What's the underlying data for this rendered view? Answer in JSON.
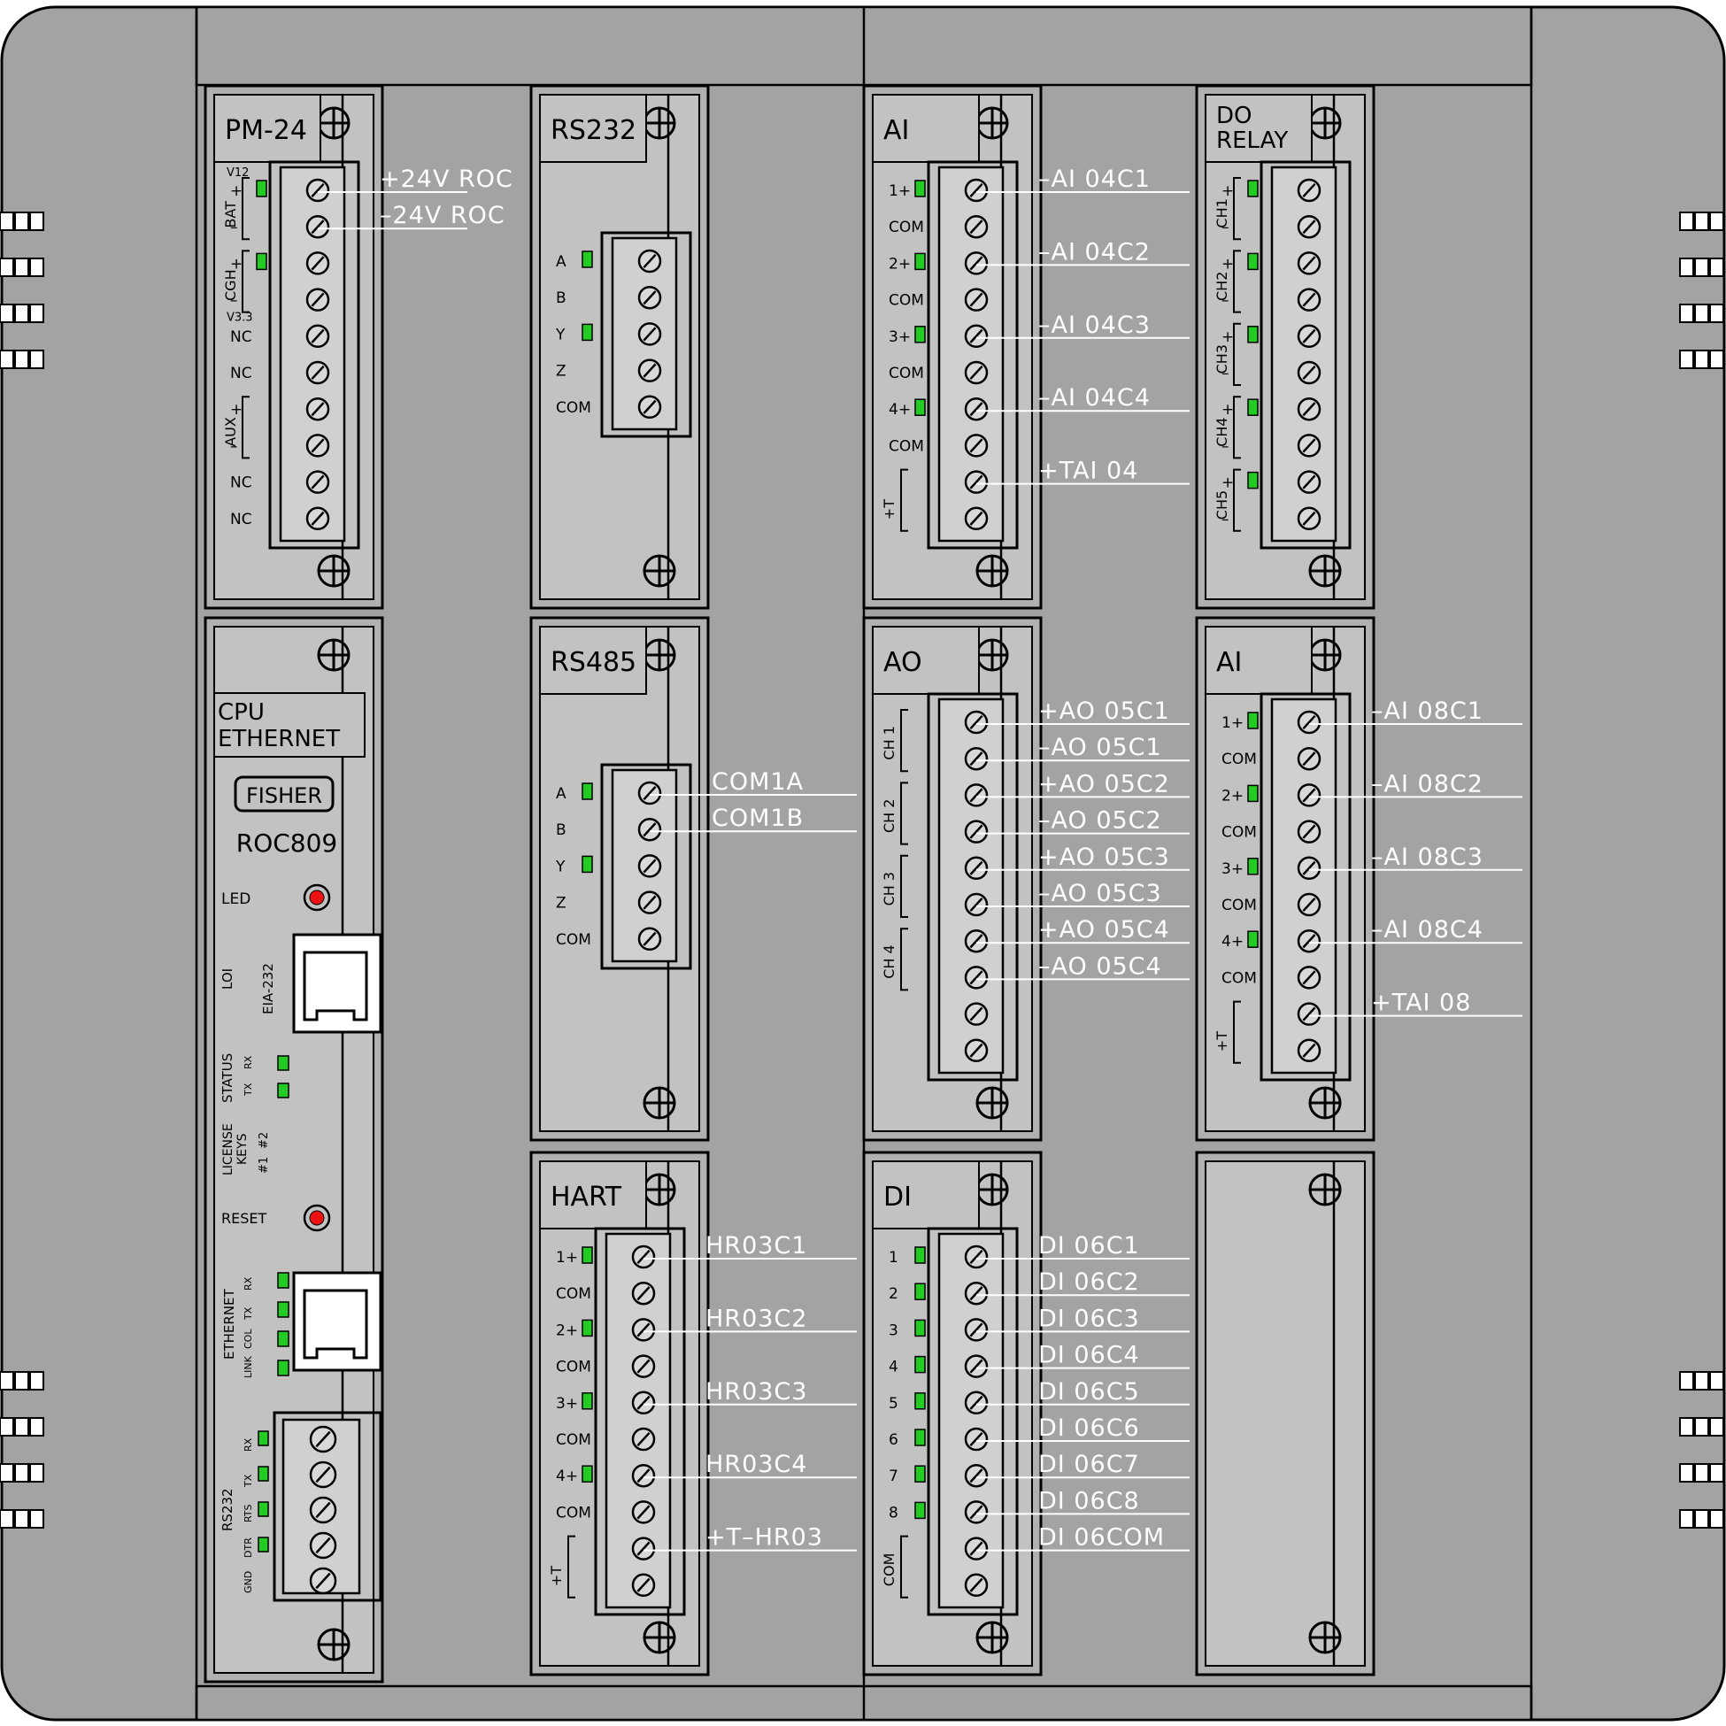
{
  "colors": {
    "chassis": "#a3a3a3",
    "module": "#c2c2c2",
    "module_dark": "#b0b0b0",
    "stroke": "#000000",
    "label_text": "#ffffff",
    "led_green": "#22cc22",
    "led_red": "#ee1111"
  },
  "modules": [
    {
      "id": "pm24",
      "title": [
        "PM-24"
      ],
      "col": 0,
      "row": 0,
      "rows": [
        {
          "text": "+",
          "led": true
        },
        {
          "text": "–",
          "led": false
        },
        {
          "text": "+",
          "led": true
        },
        {
          "text": "–",
          "led": false
        },
        {
          "text": "NC"
        },
        {
          "text": "NC"
        },
        {
          "text": "+"
        },
        {
          "text": "–"
        },
        {
          "text": "NC"
        },
        {
          "text": "NC"
        }
      ],
      "groups": [
        {
          "text": "BAT",
          "from": 0,
          "to": 1
        },
        {
          "text": "CGH",
          "from": 2,
          "to": 3
        },
        {
          "text": "AUX",
          "from": 6,
          "to": 7
        }
      ],
      "extra": [
        {
          "text": "V12",
          "pos": "above0"
        },
        {
          "text": "V3.3",
          "pos": "below3"
        }
      ],
      "callouts": [
        {
          "row": 0,
          "text": "+24V ROC"
        },
        {
          "row": 1,
          "text": "–24V ROC"
        }
      ]
    },
    {
      "id": "rs232",
      "title": [
        "RS232"
      ],
      "col": 1,
      "row": 0,
      "rows": [
        {
          "text": "A",
          "led": true
        },
        {
          "text": "B"
        },
        {
          "text": "Y",
          "led": true
        },
        {
          "text": "Z"
        },
        {
          "text": "COM"
        }
      ],
      "callouts": []
    },
    {
      "id": "ai04",
      "title": [
        "AI"
      ],
      "col": 2,
      "row": 0,
      "rows": [
        {
          "text": "1+",
          "led": true
        },
        {
          "text": "COM"
        },
        {
          "text": "2+",
          "led": true
        },
        {
          "text": "COM"
        },
        {
          "text": "3+",
          "led": true
        },
        {
          "text": "COM"
        },
        {
          "text": "4+",
          "led": true
        },
        {
          "text": "COM"
        },
        {
          "text": ""
        },
        {
          "text": ""
        }
      ],
      "groups": [
        {
          "text": "+T",
          "from": 8,
          "to": 9
        }
      ],
      "callouts": [
        {
          "row": 0,
          "text": "–AI 04C1"
        },
        {
          "row": 2,
          "text": "–AI 04C2"
        },
        {
          "row": 4,
          "text": "–AI 04C3"
        },
        {
          "row": 6,
          "text": "–AI 04C4"
        },
        {
          "row": 8,
          "text": "+TAI 04"
        }
      ]
    },
    {
      "id": "do_relay",
      "title": [
        "DO",
        "RELAY"
      ],
      "col": 3,
      "row": 0,
      "rows": [
        {
          "text": "+",
          "led": true
        },
        {
          "text": "–"
        },
        {
          "text": "+",
          "led": true
        },
        {
          "text": "–"
        },
        {
          "text": "+",
          "led": true
        },
        {
          "text": "–"
        },
        {
          "text": "+",
          "led": true
        },
        {
          "text": "–"
        },
        {
          "text": "+",
          "led": true
        },
        {
          "text": "–"
        }
      ],
      "groups": [
        {
          "text": "CH1",
          "from": 0,
          "to": 1
        },
        {
          "text": "CH2",
          "from": 2,
          "to": 3
        },
        {
          "text": "CH3",
          "from": 4,
          "to": 5
        },
        {
          "text": "CH4",
          "from": 6,
          "to": 7
        },
        {
          "text": "CH5",
          "from": 8,
          "to": 9
        }
      ],
      "callouts": []
    },
    {
      "id": "rs485",
      "title": [
        "RS485"
      ],
      "col": 1,
      "row": 1,
      "rows": [
        {
          "text": "A",
          "led": true
        },
        {
          "text": "B"
        },
        {
          "text": "Y",
          "led": true
        },
        {
          "text": "Z"
        },
        {
          "text": "COM"
        }
      ],
      "callouts": [
        {
          "row": 0,
          "text": "COM1A"
        },
        {
          "row": 1,
          "text": "COM1B"
        }
      ]
    },
    {
      "id": "ao05",
      "title": [
        "AO"
      ],
      "col": 2,
      "row": 1,
      "rows": [
        {
          "text": ""
        },
        {
          "text": ""
        },
        {
          "text": ""
        },
        {
          "text": ""
        },
        {
          "text": ""
        },
        {
          "text": ""
        },
        {
          "text": ""
        },
        {
          "text": ""
        },
        {
          "text": ""
        },
        {
          "text": ""
        }
      ],
      "groups": [
        {
          "text": "CH 1",
          "from": 0,
          "to": 1
        },
        {
          "text": "CH 2",
          "from": 2,
          "to": 3
        },
        {
          "text": "CH 3",
          "from": 4,
          "to": 5
        },
        {
          "text": "CH 4",
          "from": 6,
          "to": 7
        }
      ],
      "callouts": [
        {
          "row": 0,
          "text": "+AO 05C1"
        },
        {
          "row": 1,
          "text": "–AO 05C1"
        },
        {
          "row": 2,
          "text": "+AO 05C2"
        },
        {
          "row": 3,
          "text": "–AO 05C2"
        },
        {
          "row": 4,
          "text": "+AO 05C3"
        },
        {
          "row": 5,
          "text": "–AO 05C3"
        },
        {
          "row": 6,
          "text": "+AO 05C4"
        },
        {
          "row": 7,
          "text": "–AO 05C4"
        }
      ]
    },
    {
      "id": "ai08",
      "title": [
        "AI"
      ],
      "col": 3,
      "row": 1,
      "rows": [
        {
          "text": "1+",
          "led": true
        },
        {
          "text": "COM"
        },
        {
          "text": "2+",
          "led": true
        },
        {
          "text": "COM"
        },
        {
          "text": "3+",
          "led": true
        },
        {
          "text": "COM"
        },
        {
          "text": "4+",
          "led": true
        },
        {
          "text": "COM"
        },
        {
          "text": ""
        },
        {
          "text": ""
        }
      ],
      "groups": [
        {
          "text": "+T",
          "from": 8,
          "to": 9
        }
      ],
      "callouts": [
        {
          "row": 0,
          "text": "–AI 08C1"
        },
        {
          "row": 2,
          "text": "–AI 08C2"
        },
        {
          "row": 4,
          "text": "–AI 08C3"
        },
        {
          "row": 6,
          "text": "–AI 08C4"
        },
        {
          "row": 8,
          "text": "+TAI 08"
        }
      ]
    },
    {
      "id": "hart",
      "title": [
        "HART"
      ],
      "col": 1,
      "row": 2,
      "rows": [
        {
          "text": "1+",
          "led": true
        },
        {
          "text": "COM"
        },
        {
          "text": "2+",
          "led": true
        },
        {
          "text": "COM"
        },
        {
          "text": "3+",
          "led": true
        },
        {
          "text": "COM"
        },
        {
          "text": "4+",
          "led": true
        },
        {
          "text": "COM"
        },
        {
          "text": ""
        },
        {
          "text": ""
        }
      ],
      "groups": [
        {
          "text": "+T",
          "from": 8,
          "to": 9
        }
      ],
      "callouts": [
        {
          "row": 0,
          "text": "HR03C1"
        },
        {
          "row": 2,
          "text": "HR03C2"
        },
        {
          "row": 4,
          "text": "HR03C3"
        },
        {
          "row": 6,
          "text": "HR03C4"
        },
        {
          "row": 8,
          "text": "+T–HR03"
        }
      ]
    },
    {
      "id": "di06",
      "title": [
        "DI"
      ],
      "col": 2,
      "row": 2,
      "rows": [
        {
          "text": "1",
          "led": true
        },
        {
          "text": "2",
          "led": true
        },
        {
          "text": "3",
          "led": true
        },
        {
          "text": "4",
          "led": true
        },
        {
          "text": "5",
          "led": true
        },
        {
          "text": "6",
          "led": true
        },
        {
          "text": "7",
          "led": true
        },
        {
          "text": "8",
          "led": true
        },
        {
          "text": ""
        },
        {
          "text": ""
        }
      ],
      "groups": [
        {
          "text": "COM",
          "from": 8,
          "to": 9
        }
      ],
      "callouts": [
        {
          "row": 0,
          "text": "DI 06C1"
        },
        {
          "row": 1,
          "text": "DI 06C2"
        },
        {
          "row": 2,
          "text": "DI 06C3"
        },
        {
          "row": 3,
          "text": "DI 06C4"
        },
        {
          "row": 4,
          "text": "DI 06C5"
        },
        {
          "row": 5,
          "text": "DI 06C6"
        },
        {
          "row": 6,
          "text": "DI 06C7"
        },
        {
          "row": 7,
          "text": "DI 06C8"
        },
        {
          "row": 8,
          "text": "DI 06COM"
        }
      ]
    },
    {
      "id": "blank",
      "title": [],
      "col": 3,
      "row": 2,
      "rows": [],
      "callouts": []
    }
  ],
  "cpu": {
    "title": [
      "CPU",
      "ETHERNET"
    ],
    "brand": "FISHER",
    "model": "ROC809",
    "led_label": "LED",
    "loi_label": "LOI",
    "eia_label": "EIA-232",
    "status_label": "STATUS",
    "status_rx": "RX",
    "status_tx": "TX",
    "license_label": [
      "LICENSE",
      "KEYS"
    ],
    "key2": "#2",
    "key1": "#1",
    "reset_label": "RESET",
    "ethernet_label": "ETHERNET",
    "eth_leds": [
      "RX",
      "TX",
      "COL",
      "LINK"
    ],
    "rs232_label": "RS232",
    "rs232_rows": [
      "RX",
      "TX",
      "RTS",
      "DTR",
      "GND"
    ]
  }
}
